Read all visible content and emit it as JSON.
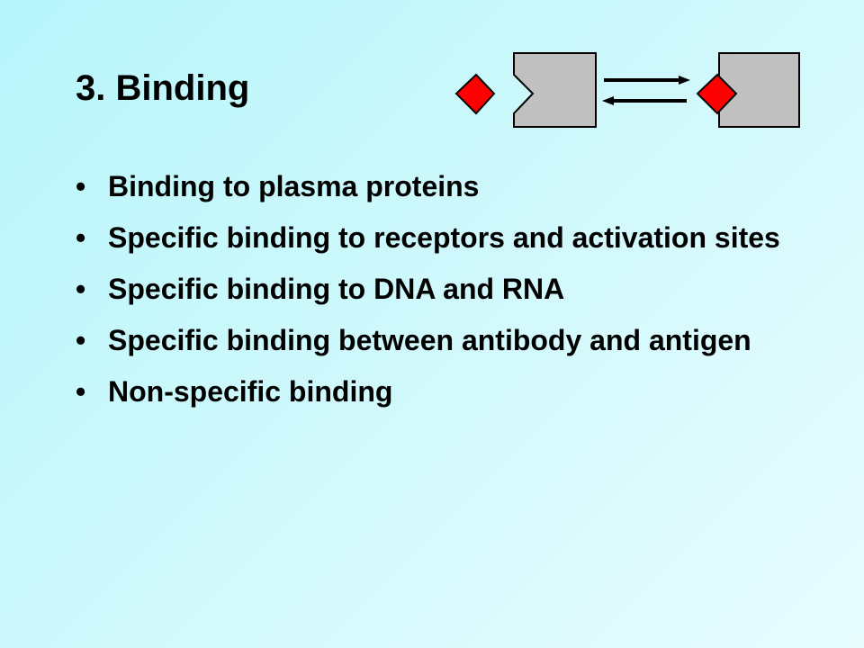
{
  "slide": {
    "title": "3. Binding",
    "bullets": [
      {
        "text": "Binding to plasma proteins"
      },
      {
        "text": "Specific binding to receptors and activation sites"
      },
      {
        "text": "Specific binding to DNA and RNA"
      },
      {
        "text": "Specific binding between antibody and antigen"
      },
      {
        "text": "Non-specific binding"
      }
    ],
    "bullet_symbol": "•",
    "colors": {
      "ligand_fill": "#ff0000",
      "ligand_stroke": "#000000",
      "receptor_fill": "#c0c0c0",
      "arrow": "#000000",
      "background_start": "#b7f6fb",
      "background_end": "#e9fdff"
    },
    "icons": {
      "ligand": "red-diamond-icon",
      "receptor": "gray-receptor-block-icon",
      "equilibrium": "reversible-arrow-icon"
    }
  }
}
